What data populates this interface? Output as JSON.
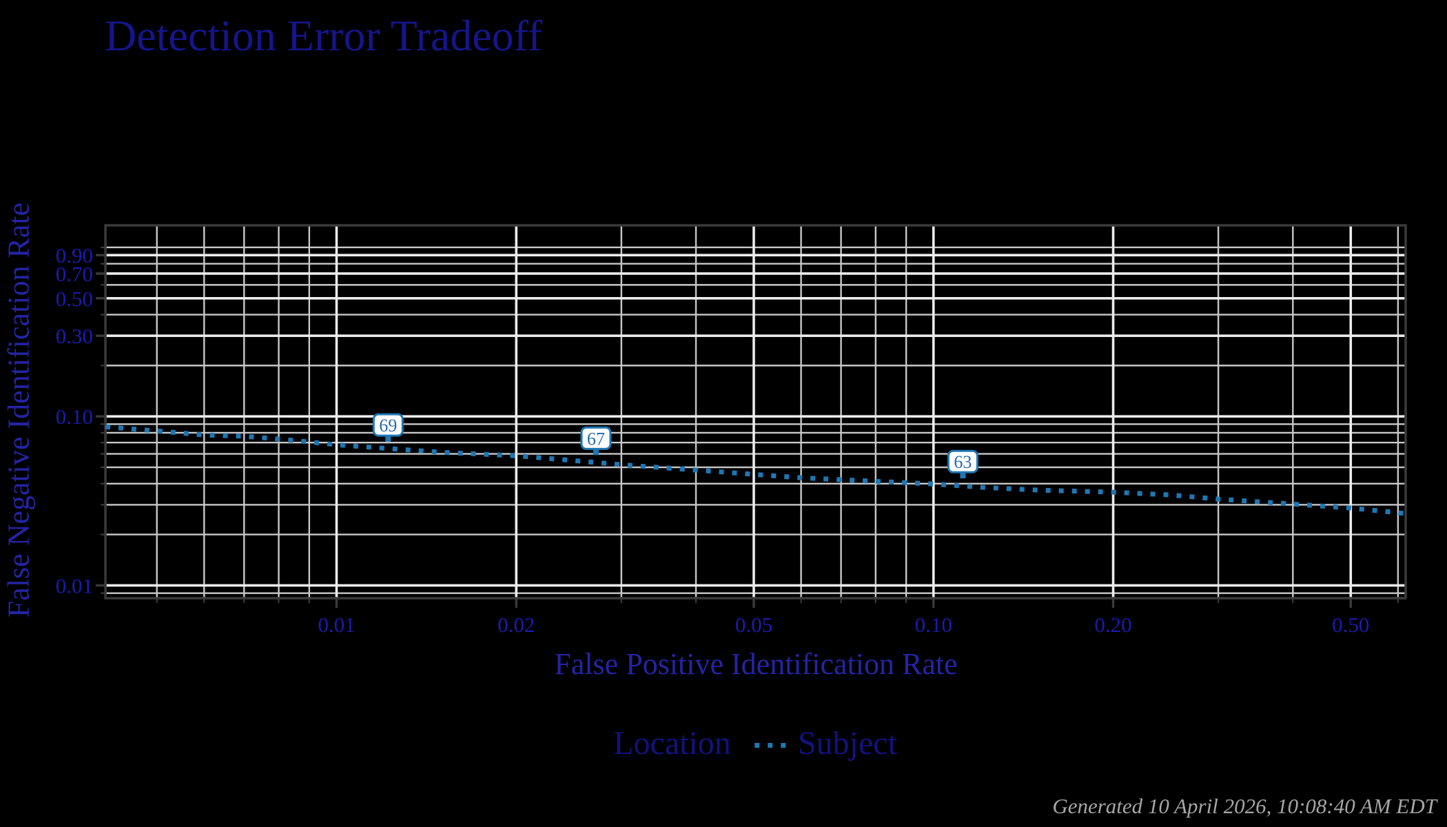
{
  "chart": {
    "title": "Detection Error Tradeoff",
    "xlabel": "False Positive Identification Rate",
    "ylabel": "False Negative Identification Rate"
  },
  "legend": {
    "title": "Location",
    "items": [
      {
        "label": "Subject",
        "style": "dotted"
      }
    ]
  },
  "footer": {
    "generated": "Generated 10 April 2026, 10:08:40 AM EDT"
  },
  "colors": {
    "background": "#000000",
    "series": "#1f77b4",
    "grid_major": "#ececec",
    "grid_minor": "#c9c9c9",
    "axis_border": "#3a3a3a",
    "tick_mark": "#3a3a3a",
    "tick_label": "#1b1bb0",
    "title_text": "#15158b",
    "axis_title_text": "#2424a6",
    "legend_text": "#12127f",
    "callout_fill": "#ffffff",
    "callout_border": "#1f77b4",
    "callout_text": "#2a6cb0",
    "footer_text": "#a6a6a6"
  },
  "chart_data": {
    "type": "line",
    "line_style": "dotted",
    "title": "Detection Error Tradeoff",
    "xlabel": "False Positive Identification Rate",
    "ylabel": "False Negative Identification Rate",
    "x_scale": "log",
    "y_scale": "log",
    "xlim": [
      0.0041,
      0.618
    ],
    "ylim": [
      0.0084,
      1.35
    ],
    "grid": true,
    "legend_position": "bottom",
    "x_ticks": {
      "values": [
        0.01,
        0.02,
        0.05,
        0.1,
        0.2,
        0.5
      ],
      "labels": [
        "0.01",
        "0.02",
        "0.05",
        "0.10",
        "0.20",
        "0.50"
      ]
    },
    "y_ticks": {
      "values": [
        0.9,
        0.7,
        0.5,
        0.3,
        0.1,
        0.01
      ],
      "labels": [
        "0.90",
        "0.70",
        "0.50",
        "0.30",
        "0.10",
        "0.01"
      ]
    },
    "x_minor": [
      0.005,
      0.006,
      0.007,
      0.008,
      0.009,
      0.03,
      0.04,
      0.06,
      0.07,
      0.08,
      0.09,
      0.3,
      0.4,
      0.6
    ],
    "y_minor": [
      1.0,
      0.8,
      0.6,
      0.4,
      0.2,
      0.09,
      0.08,
      0.07,
      0.06,
      0.05,
      0.04,
      0.03,
      0.02,
      0.009
    ],
    "series": [
      {
        "name": "Subject",
        "points": [
          [
            0.0041,
            0.0868
          ],
          [
            0.005,
            0.082
          ],
          [
            0.006,
            0.0776
          ],
          [
            0.007,
            0.0763
          ],
          [
            0.008,
            0.0734
          ],
          [
            0.009,
            0.0706
          ],
          [
            0.01,
            0.068
          ],
          [
            0.012,
            0.0648
          ],
          [
            0.015,
            0.0613
          ],
          [
            0.02,
            0.0585
          ],
          [
            0.025,
            0.0548
          ],
          [
            0.03,
            0.0518
          ],
          [
            0.04,
            0.0481
          ],
          [
            0.05,
            0.0454
          ],
          [
            0.06,
            0.0433
          ],
          [
            0.08,
            0.0413
          ],
          [
            0.1,
            0.0398
          ],
          [
            0.12,
            0.0381
          ],
          [
            0.15,
            0.0366
          ],
          [
            0.2,
            0.0356
          ],
          [
            0.25,
            0.0343
          ],
          [
            0.3,
            0.0324
          ],
          [
            0.4,
            0.0303
          ],
          [
            0.5,
            0.0287
          ],
          [
            0.618,
            0.0266
          ]
        ]
      }
    ],
    "annotations": [
      {
        "label": "69",
        "x": 0.0122,
        "y": 0.0734
      },
      {
        "label": "67",
        "x": 0.0272,
        "y": 0.0613
      },
      {
        "label": "63",
        "x": 0.112,
        "y": 0.0446
      }
    ]
  }
}
